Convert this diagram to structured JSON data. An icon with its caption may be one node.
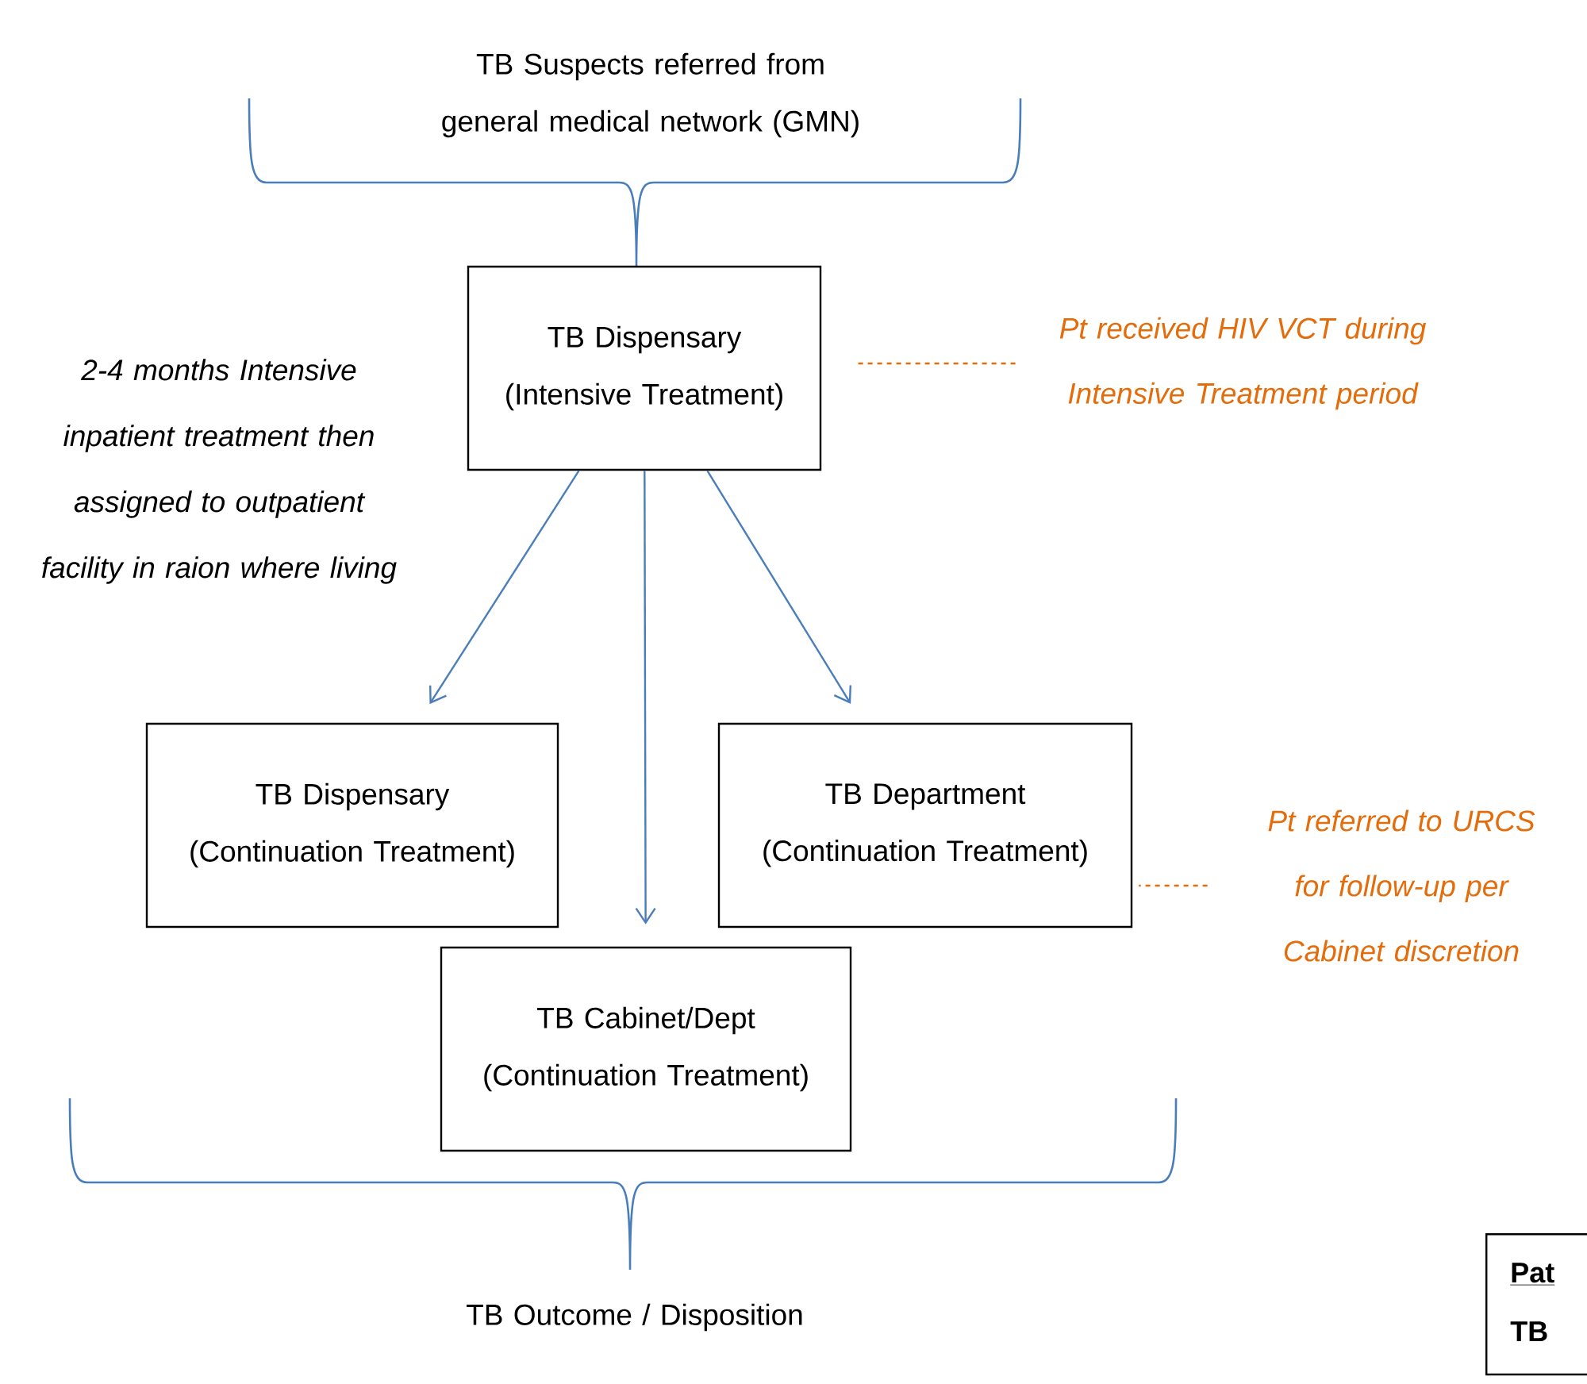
{
  "diagram": {
    "nodes": [
      {
        "text": [
          "TB Suspects referred from general medical network (GMN)"
        ]
      },
      {
        "text": [
          "TB Dispensary (Intensive Treatment)"
        ]
      },
      {
        "text": [
          "Pt received HIV VCT during Intensive Treatment period"
        ]
      },
      {
        "text": [
          "TB Dispensary (Continuation Treatment)"
        ]
      },
      {
        "text": [
          "TB Department (Continuation Treatment)"
        ]
      },
      {
        "text": [
          "Pt referred to URCS for follow-up per Cabinet discretion"
        ]
      },
      {
        "text": [
          "TB Cabinet/Dept (Continuation Treatment)"
        ]
      },
      {
        "text": [
          "TB Outcome / Disposition"
        ]
      },
      {
        "text": [
          "Pat",
          "TB"
        ]
      }
    ],
    "edges": [
      {
        "from": 1,
        "to": 3,
        "arrow": "to"
      },
      {
        "from": 1,
        "to": 6,
        "arrow": "to"
      },
      {
        "from": 1,
        "to": 4,
        "arrow": "to"
      },
      {
        "from": 2,
        "to": 1,
        "arrow": "none",
        "style": "dashed",
        "color": "#e46c0a"
      },
      {
        "from": 5,
        "to": 4,
        "arrow": "none",
        "style": "dashed",
        "color": "#e46c0a"
      }
    ],
    "labels": [
      "2-4 months Intensive inpatient treatment then assigned to outpatient facility in raion where living"
    ]
  }
}
